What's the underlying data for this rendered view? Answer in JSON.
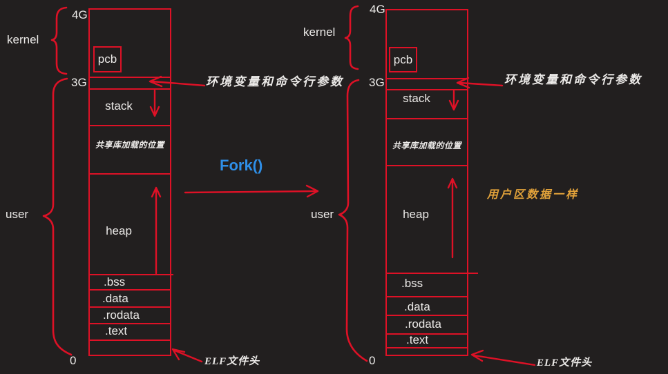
{
  "colors": {
    "bg": "#221f1f",
    "line": "#de1126",
    "text": "#eceae8",
    "fork": "#2f8fe8",
    "note": "#e2a23a"
  },
  "fork_label": "Fork()",
  "left": {
    "addr_top": "4G",
    "addr_mid": "3G",
    "addr_bottom": "0",
    "kernel_label": "kernel",
    "user_label": "user",
    "pcb": "pcb",
    "stack": "stack",
    "shared_lib": "共享库加载的位置",
    "heap": "heap",
    "bss": ".bss",
    "data_sec": ".data",
    "rodata": ".rodata",
    "text_sec": ".text",
    "env_note": "环境变量和命令行参数",
    "elf_note": "ELF文件头"
  },
  "right": {
    "addr_top": "4G",
    "addr_mid": "3G",
    "addr_bottom": "0",
    "kernel_label": "kernel",
    "user_label": "user",
    "pcb": "pcb",
    "stack": "stack",
    "shared_lib": "共享库加载的位置",
    "heap": "heap",
    "bss": ".bss",
    "data_sec": ".data",
    "rodata": ".rodata",
    "text_sec": ".text",
    "env_note": "环境变量和命令行参数",
    "elf_note": "ELF文件头",
    "user_note": "用户区数据一样"
  }
}
